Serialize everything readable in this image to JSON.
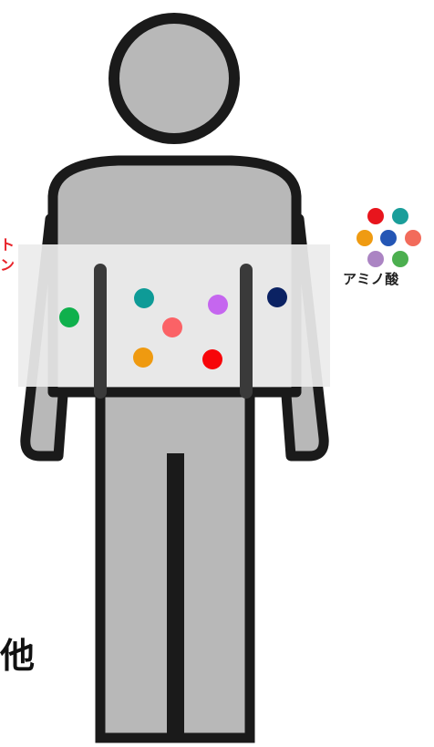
{
  "legend": {
    "label": "アミノ酸",
    "dot_colors": [
      "#e8151d",
      "#1a9e9a",
      "#ef9b12",
      "#2456b5",
      "#f26b5b",
      "#ab84c3",
      "#4caf4f"
    ]
  },
  "body_dots": {
    "colors": [
      "#0fb04c",
      "#0e9b97",
      "#fb6266",
      "#c566ef",
      "#0b2263",
      "#ef9a10",
      "#f70509"
    ]
  },
  "labels": {
    "other": "他",
    "left_edge": "ト\nン"
  },
  "colors": {
    "silhouette_fill": "#b8b8b8",
    "silhouette_outline": "#1a1a1a",
    "band": "#ececec"
  }
}
